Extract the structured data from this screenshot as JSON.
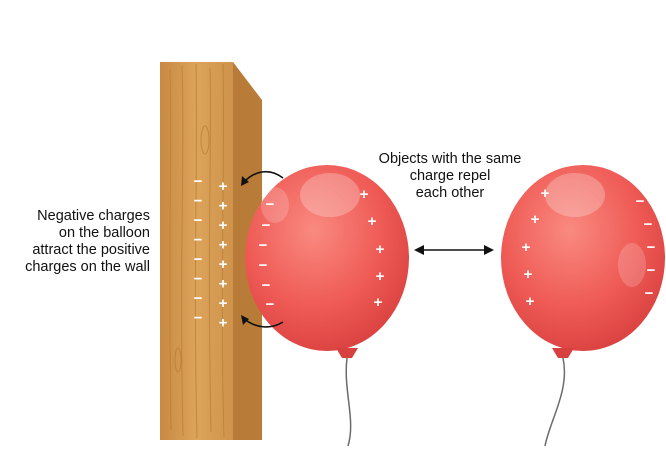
{
  "left_caption": {
    "lines": [
      "Negative charges",
      "on the balloon",
      "attract the positive",
      "charges on the wall"
    ]
  },
  "center_caption": {
    "lines": [
      "Objects with the same",
      "charge repel",
      "each other"
    ]
  },
  "symbols": {
    "positive": "+",
    "negative": "−"
  },
  "colors": {
    "wood_front": "#d49a50",
    "wood_side": "#b87c38",
    "balloon": "#ef5a55",
    "balloon_dark": "#d8403f",
    "arrow": "#111111"
  }
}
